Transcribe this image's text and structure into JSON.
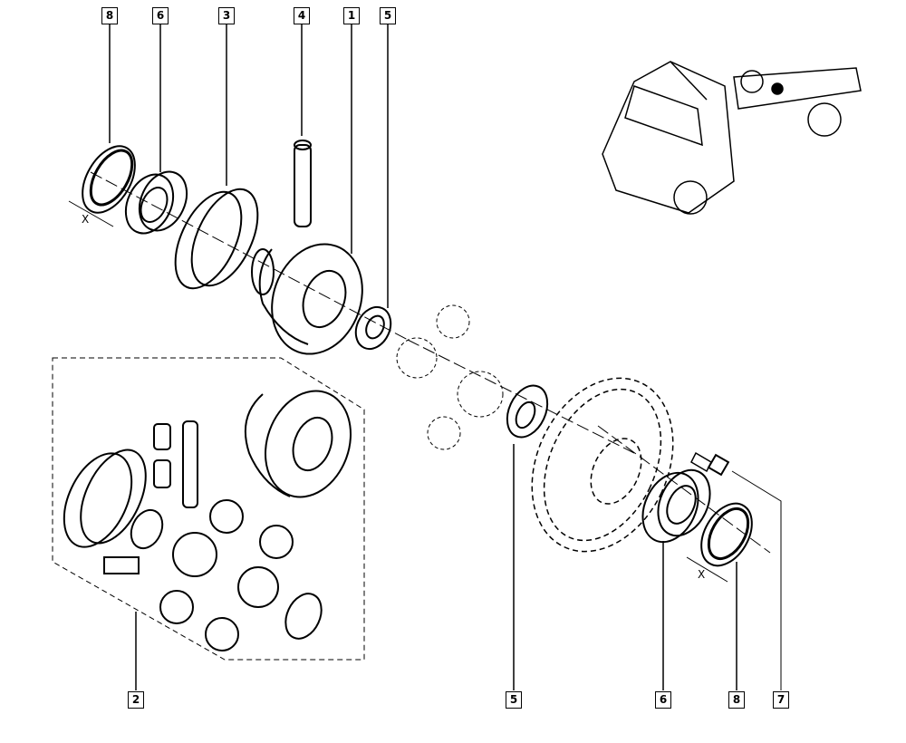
{
  "diagram": {
    "type": "exploded-parts-diagram",
    "top_callouts": [
      "8",
      "6",
      "3",
      "4",
      "1",
      "5"
    ],
    "bottom_callouts": [
      "2",
      "5",
      "6",
      "8",
      "7"
    ],
    "dimension_labels": [
      "X",
      "X"
    ]
  },
  "colors": {
    "line": "#000000",
    "background": "#ffffff"
  }
}
